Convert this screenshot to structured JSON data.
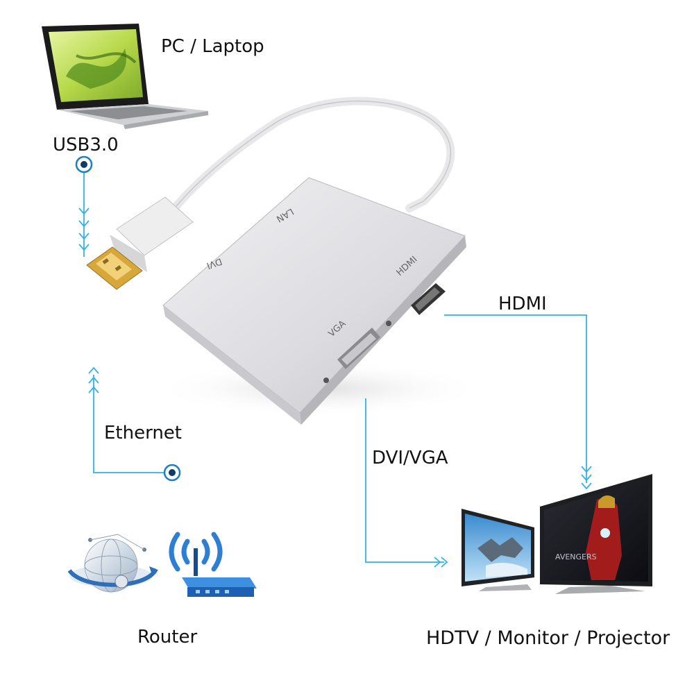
{
  "labels": {
    "pc": "PC / Laptop",
    "usb": "USB3.0",
    "hdmi": "HDMI",
    "ethernet": "Ethernet",
    "dvi_vga": "DVI/VGA",
    "router": "Router",
    "displays": "HDTV / Monitor / Projector"
  },
  "device_ports": {
    "lan": "LAN",
    "dvi": "DVI",
    "hdmi": "HDMI",
    "vga": "VGA"
  },
  "screen_text": {
    "avengers": "AVENGERS"
  },
  "colors": {
    "connector_line": "#2fb3e6",
    "node_ring": "#1a7fc4",
    "text": "#111111",
    "adapter_body": "#d9d9dc"
  }
}
